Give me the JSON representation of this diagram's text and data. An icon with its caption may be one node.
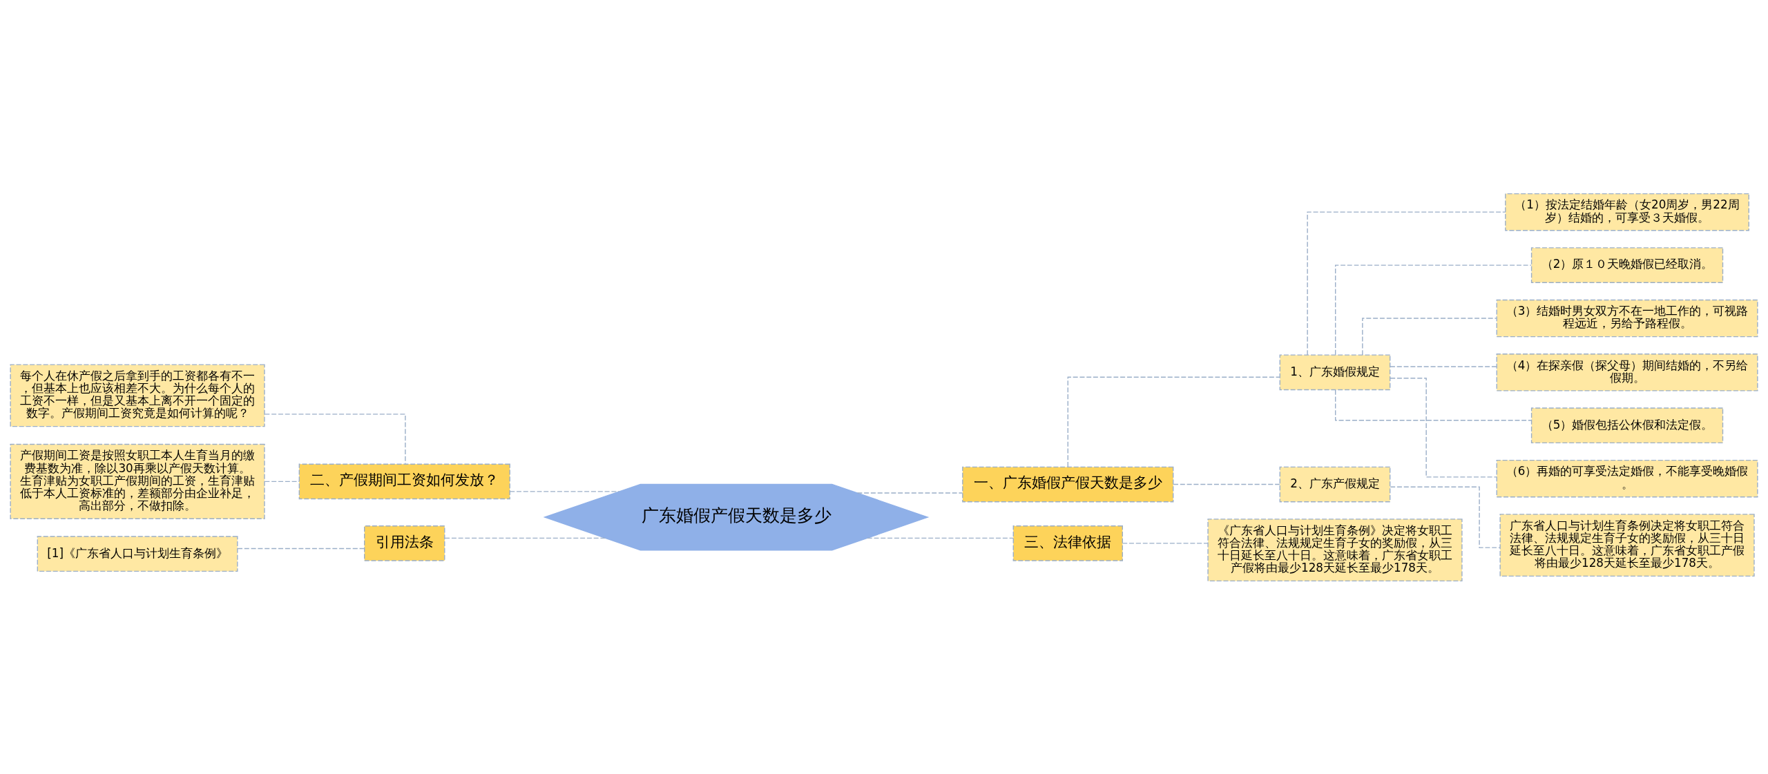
{
  "diagram": {
    "nodes": [
      {
        "text": [
          "广东婚假产假天数是多少"
        ]
      },
      {
        "text": [
          "一、广东婚假产假天数是多少"
        ]
      },
      {
        "text": [
          "1、广东婚假规定"
        ]
      },
      {
        "text": [
          "（1）按法定结婚年龄（女20周岁，男22周岁）结婚的，可享受３天婚假。"
        ]
      },
      {
        "text": [
          "（2）原１０天晚婚假已经取消。"
        ]
      },
      {
        "text": [
          "（3）结婚时男女双方不在一地工作的，可视路程远近，另给予路程假。"
        ]
      },
      {
        "text": [
          "（4）在探亲假（探父母）期间结婚的，不另给假期。"
        ]
      },
      {
        "text": [
          "（5）婚假包括公休假和法定假。"
        ]
      },
      {
        "text": [
          "（6）再婚的可享受法定婚假，不能享受晚婚假。"
        ]
      },
      {
        "text": [
          "2、广东产假规定"
        ]
      },
      {
        "text": [
          "广东省人口与计划生育条例决定将女职工符合法律、法规规定生育子女的奖励假，从三十日延长至八十日。这意味着，广东省女职工产假将由最少128天延长至最少178天。"
        ]
      },
      {
        "text": [
          "三、法律依据"
        ]
      },
      {
        "text": [
          "《广东省人口与计划生育条例》决定将女职工符合法律、法规规定生育子女的奖励假，从三十日延长至八十日。这意味着，广东省女职工产假将由最少128天延长至最少178天。"
        ]
      },
      {
        "text": [
          "二、产假期间工资如何发放？"
        ]
      },
      {
        "text": [
          "每个人在休产假之后拿到手的工资都各有不一，但基本上也应该相差不大。为什么每个人的工资不一样，但是又基本上离不开一个固定的数字。产假期间工资究竟是如何计算的呢？"
        ]
      },
      {
        "text": [
          "产假期间工资是按照女职工本人生育当月的缴费基数为准，除以30再乘以产假天数计算。生育津贴为女职工产假期间的工资，生育津贴低于本人工资标准的，差额部分由企业补足，高出部分，不做扣除。"
        ]
      },
      {
        "text": [
          "引用法条"
        ]
      },
      {
        "text": [
          "[1]《广东省人口与计划生育条例》"
        ]
      }
    ],
    "edges": [
      {
        "from": 0,
        "to": 1,
        "arrow": "none",
        "style": "dashed"
      },
      {
        "from": 1,
        "to": 2,
        "arrow": "none",
        "style": "dashed"
      },
      {
        "from": 2,
        "to": 3,
        "arrow": "none",
        "style": "dashed"
      },
      {
        "from": 2,
        "to": 4,
        "arrow": "none",
        "style": "dashed"
      },
      {
        "from": 2,
        "to": 5,
        "arrow": "none",
        "style": "dashed"
      },
      {
        "from": 2,
        "to": 6,
        "arrow": "none",
        "style": "dashed"
      },
      {
        "from": 2,
        "to": 7,
        "arrow": "none",
        "style": "dashed"
      },
      {
        "from": 2,
        "to": 8,
        "arrow": "none",
        "style": "dashed"
      },
      {
        "from": 1,
        "to": 9,
        "arrow": "none",
        "style": "dashed"
      },
      {
        "from": 9,
        "to": 10,
        "arrow": "none",
        "style": "dashed"
      },
      {
        "from": 0,
        "to": 11,
        "arrow": "none",
        "style": "dashed"
      },
      {
        "from": 11,
        "to": 12,
        "arrow": "none",
        "style": "dashed"
      },
      {
        "from": 0,
        "to": 13,
        "arrow": "none",
        "style": "dashed"
      },
      {
        "from": 13,
        "to": 14,
        "arrow": "none",
        "style": "dashed"
      },
      {
        "from": 13,
        "to": 15,
        "arrow": "none",
        "style": "dashed"
      },
      {
        "from": 0,
        "to": 16,
        "arrow": "none",
        "style": "dashed"
      },
      {
        "from": 16,
        "to": 17,
        "arrow": "none",
        "style": "dashed"
      }
    ]
  }
}
